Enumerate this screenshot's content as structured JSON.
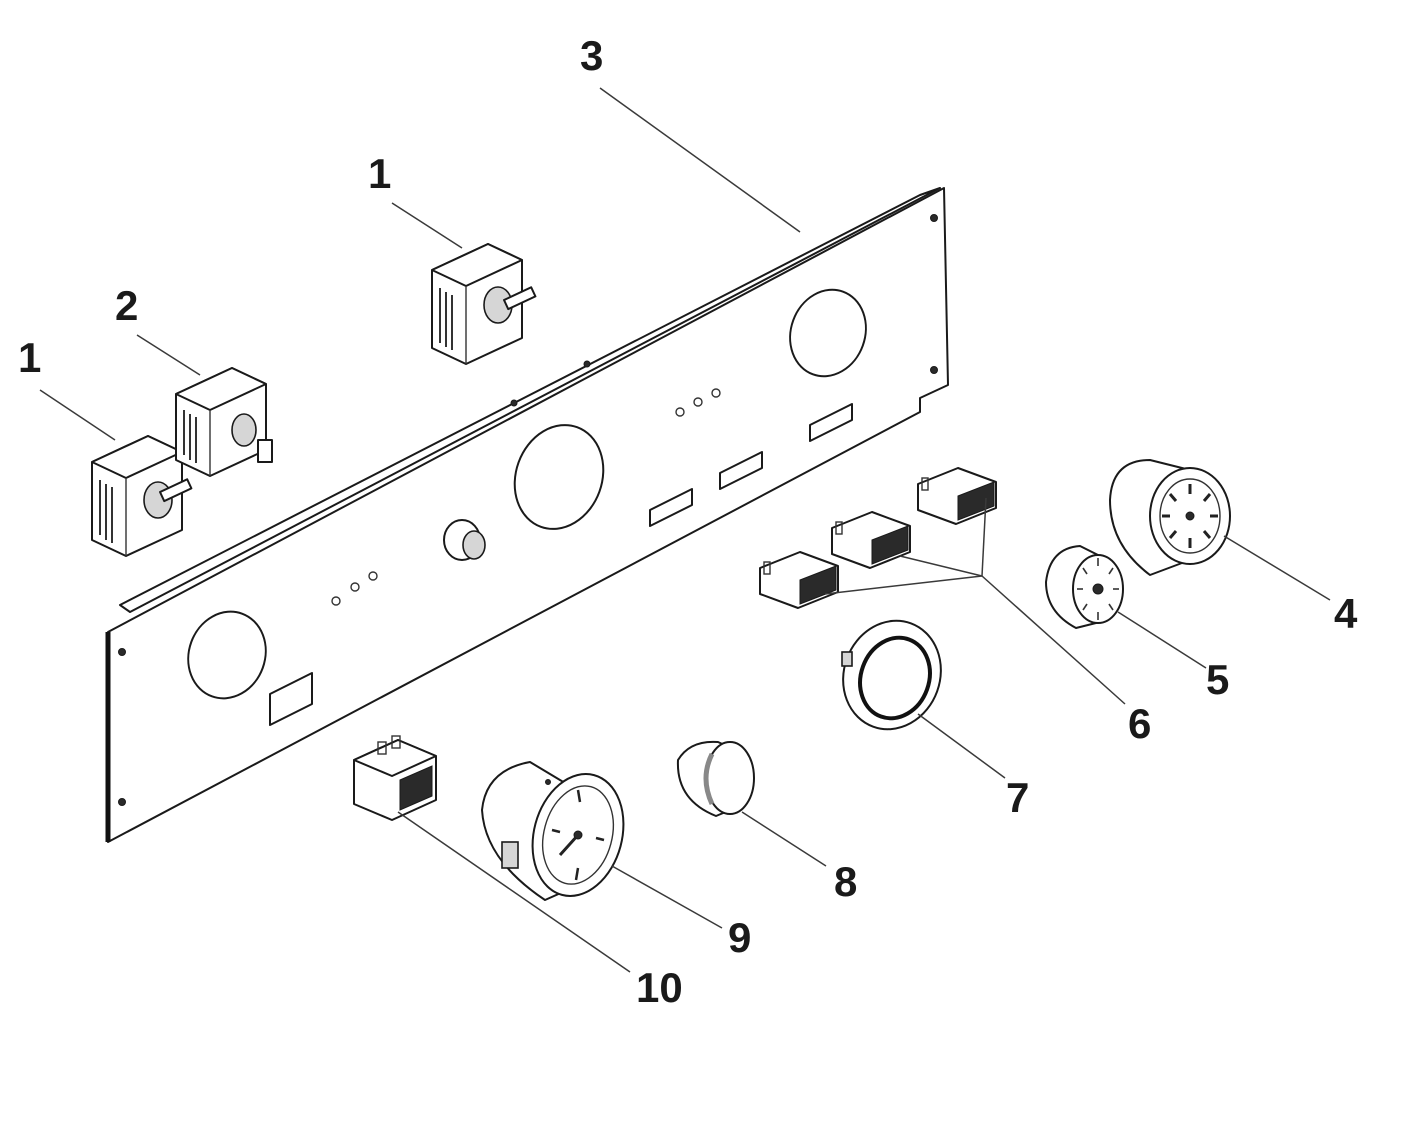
{
  "diagram": {
    "callouts": {
      "c1a": "1",
      "c1b": "1",
      "c2": "2",
      "c3": "3",
      "c4": "4",
      "c5": "5",
      "c6": "6",
      "c7": "7",
      "c8": "8",
      "c9": "9",
      "c10": "10"
    },
    "parts": [
      "thermostat-switch",
      "selector-switch",
      "control-panel",
      "timer",
      "timer-knob",
      "rocker-switches",
      "indicator-lamp-bezel",
      "knob",
      "thermometer-gauge",
      "rocker-switch"
    ]
  }
}
